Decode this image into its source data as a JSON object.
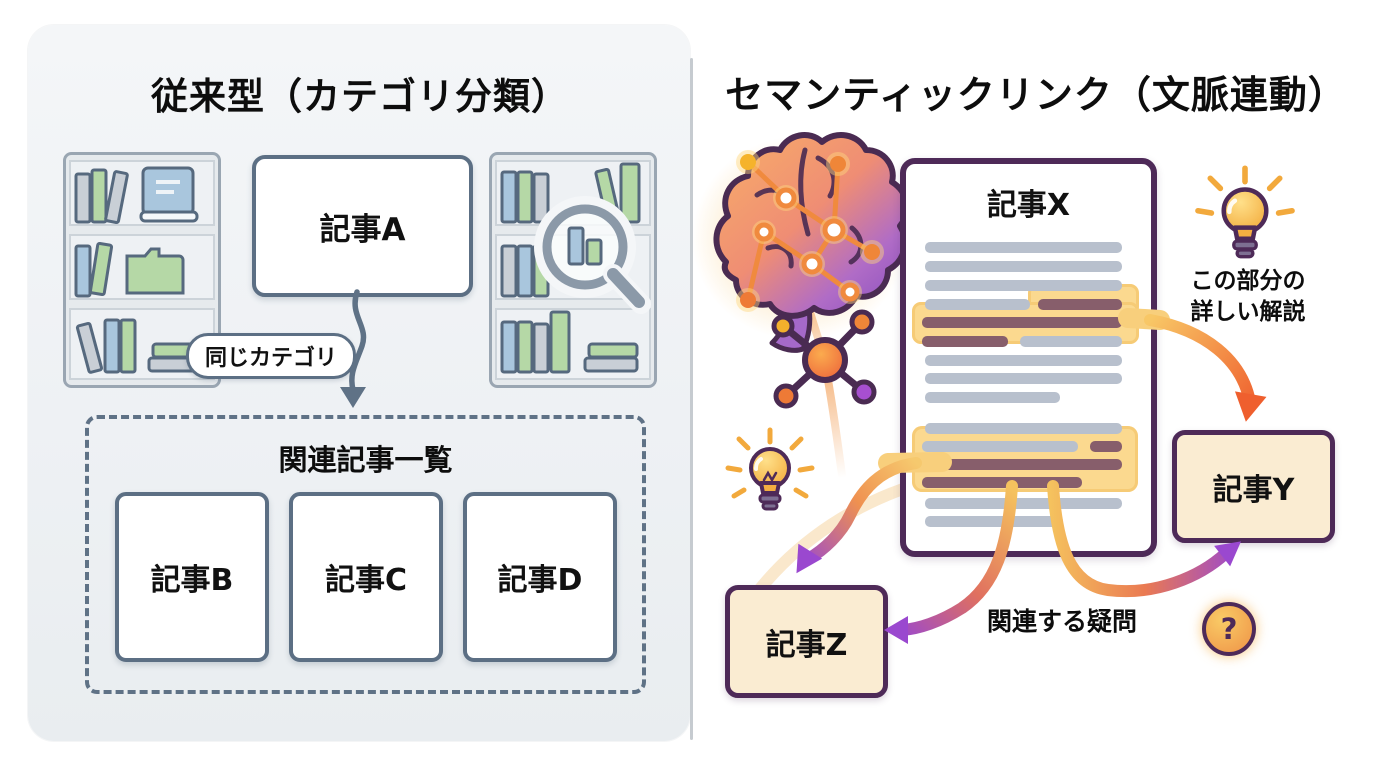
{
  "left_panel": {
    "title": "従来型（カテゴリ分類）",
    "article_a": "記事A",
    "category_pill": "同じカテゴリ",
    "related_box_title": "関連記事一覧",
    "related_articles": [
      "記事B",
      "記事C",
      "記事D"
    ]
  },
  "right_panel": {
    "title": "セマンティックリンク（文脈連動）",
    "article_x": "記事X",
    "article_y": "記事Y",
    "article_z": "記事Z",
    "annotation_detail_lines": [
      "この部分の",
      "詳しい解説"
    ],
    "annotation_question": "関連する疑問",
    "question_glyph": "?"
  },
  "icons": {
    "brain": "brain-icon",
    "network_node": "network-node-icon",
    "lightbulb": "lightbulb-icon",
    "question_mark": "question-mark-icon",
    "magnifier": "magnifier-icon",
    "bookshelf": "bookshelf-icon",
    "down_arrow": "down-arrow-icon"
  },
  "colors": {
    "slate_border": "#5c6f84",
    "plum_border": "#4e2a58",
    "cream_fill": "#faecd2",
    "highlight_yellow": "#fbd98f",
    "bar_gray": "#b8c0cd",
    "bar_brown": "#875e6b",
    "arrow_orange": "#ef5f2e",
    "arrow_purple": "#9a48cf",
    "book_blue": "#a9c6dd",
    "book_green": "#b5d8a6",
    "panel_bg": "#eef1f4"
  }
}
